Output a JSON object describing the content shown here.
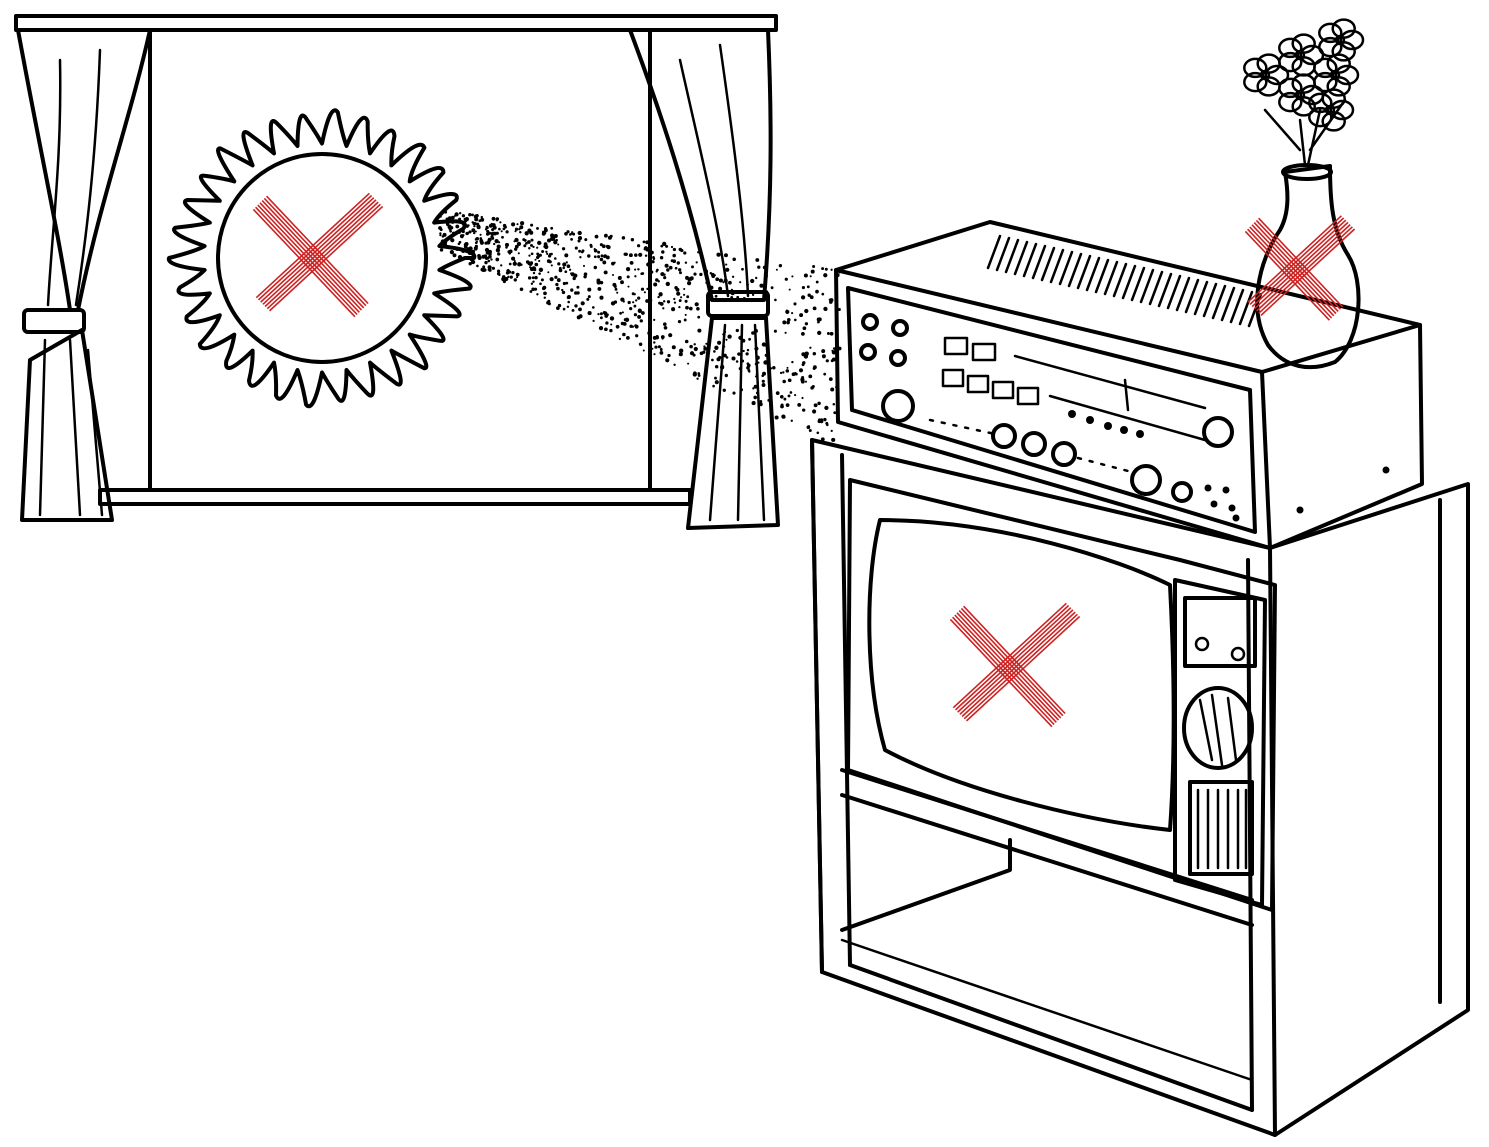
{
  "colors": {
    "ink": "#000000",
    "background": "#ffffff",
    "prohibition_mark": "#cc2222"
  },
  "scene": {
    "elements": [
      "window",
      "curtain-left",
      "curtain-right",
      "sun",
      "sunlight-rays",
      "stereo-receiver",
      "flower-vase",
      "television",
      "tv-cabinet"
    ],
    "prohibition_marks": [
      "sun",
      "flower-vase",
      "television-screen"
    ],
    "icons": [
      "red-x-icon"
    ]
  }
}
